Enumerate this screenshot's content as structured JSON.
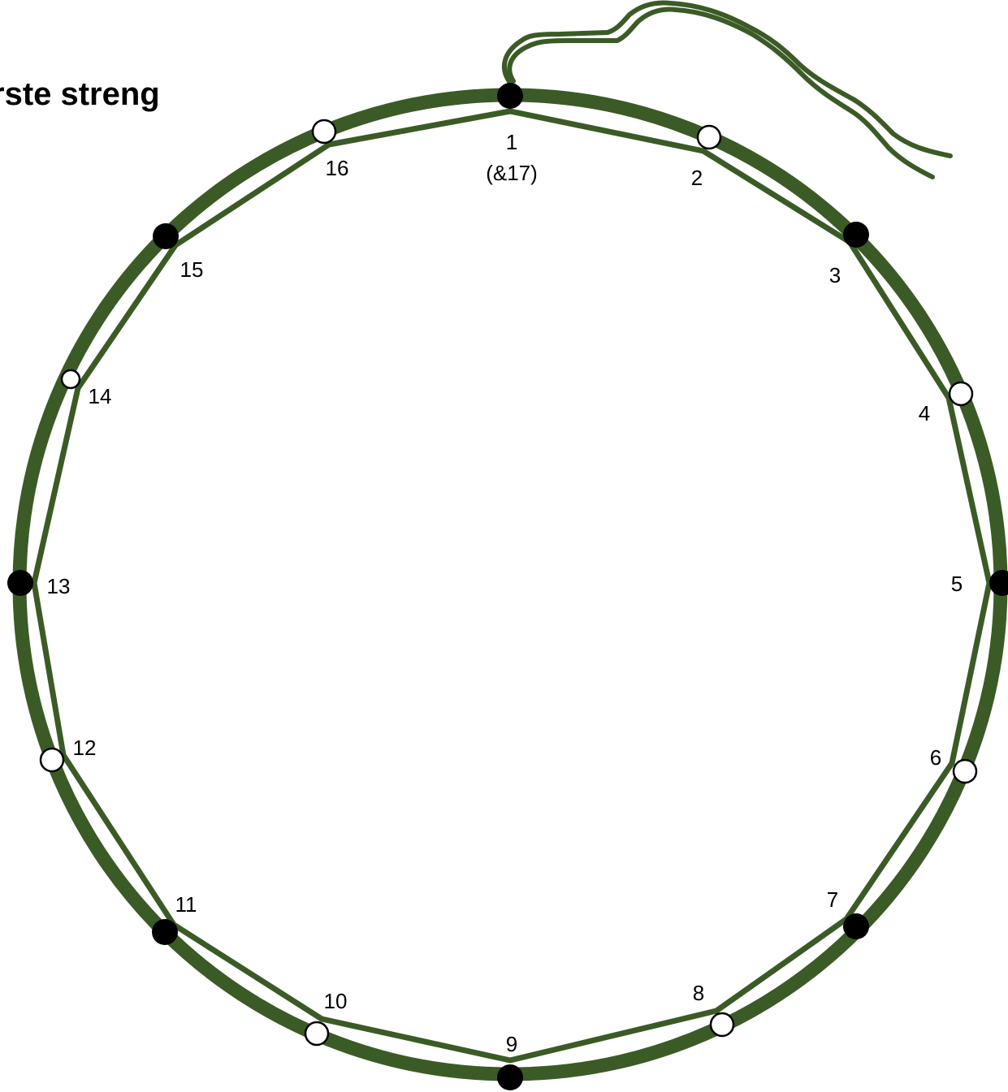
{
  "title": "rste streng",
  "colors": {
    "ring": "#3b5b26",
    "string": "#3b5b26",
    "pin_filled": "#000000",
    "pin_open": "#ffffff",
    "pin_outline": "#000000"
  },
  "pins": [
    {
      "number": "1",
      "sublabel": "(&17)",
      "state": "filled"
    },
    {
      "number": "2",
      "state": "open"
    },
    {
      "number": "3",
      "state": "filled"
    },
    {
      "number": "4",
      "state": "open"
    },
    {
      "number": "5",
      "state": "filled"
    },
    {
      "number": "6",
      "state": "open"
    },
    {
      "number": "7",
      "state": "filled"
    },
    {
      "number": "8",
      "state": "open"
    },
    {
      "number": "9",
      "state": "filled"
    },
    {
      "number": "10",
      "state": "open"
    },
    {
      "number": "11",
      "state": "filled"
    },
    {
      "number": "12",
      "state": "open"
    },
    {
      "number": "13",
      "state": "filled"
    },
    {
      "number": "14",
      "state": "open"
    },
    {
      "number": "15",
      "state": "filled"
    },
    {
      "number": "16",
      "state": "open"
    }
  ]
}
